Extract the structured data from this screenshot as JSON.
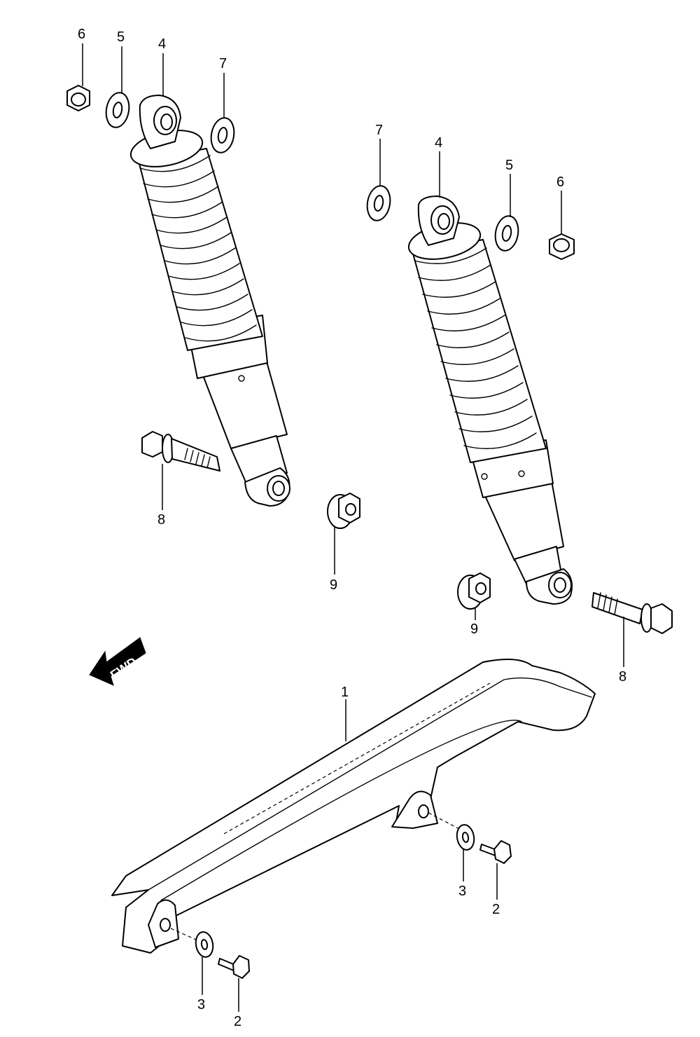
{
  "fwd_label": "FWD",
  "callouts": {
    "c1": "1",
    "c2a": "2",
    "c2b": "2",
    "c3a": "3",
    "c3b": "3",
    "c4a": "4",
    "c4b": "4",
    "c5a": "5",
    "c5b": "5",
    "c6a": "6",
    "c6b": "6",
    "c7a": "7",
    "c7b": "7",
    "c8a": "8",
    "c8b": "8",
    "c9a": "9",
    "c9b": "9"
  }
}
